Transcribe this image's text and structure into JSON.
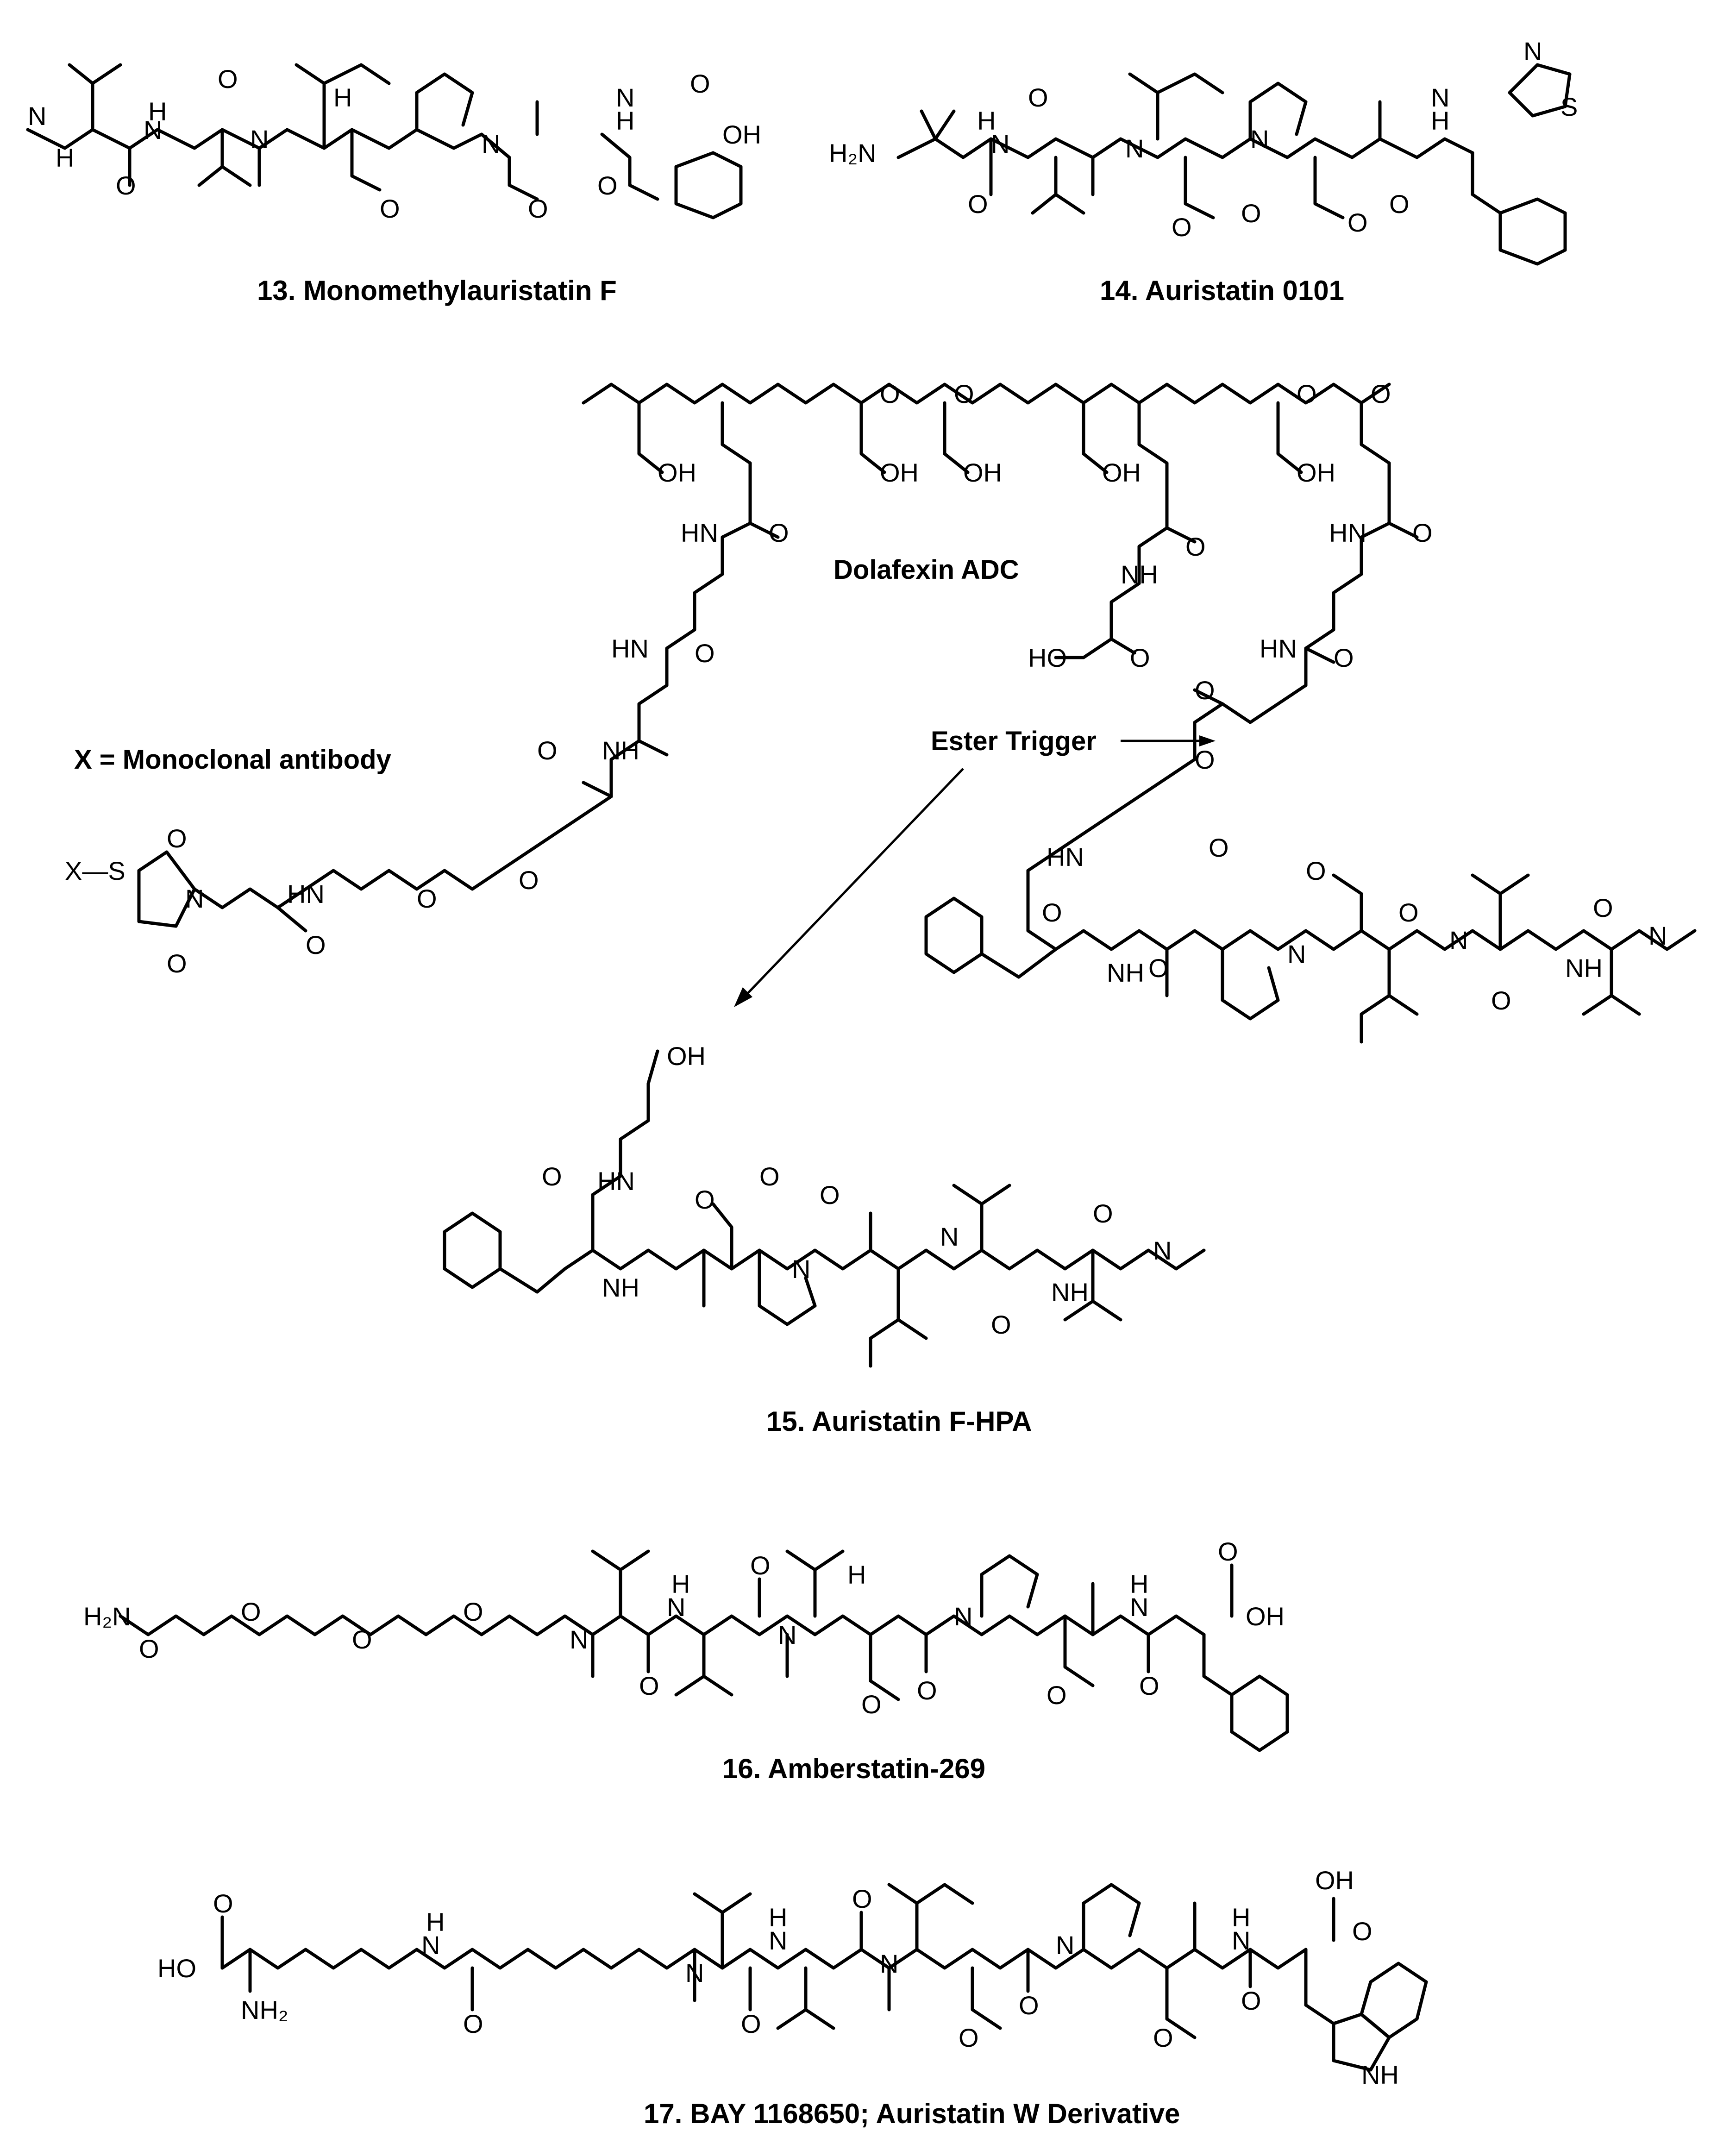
{
  "figure": {
    "labels": {
      "dolafexin": "Dolafexin ADC",
      "x_definition": "X = Monoclonal antibody",
      "ester_trigger": "Ester Trigger"
    },
    "compounds": [
      {
        "caption": "13. Monomethylauristatin F"
      },
      {
        "caption": "14. Auristatin 0101"
      },
      {
        "caption": "15. Auristatin F-HPA"
      },
      {
        "caption": "16. Amberstatin-269"
      },
      {
        "caption": "17. BAY 1168650; Auristatin W Derivative"
      }
    ],
    "atoms": {
      "N": "N",
      "NH": "NH",
      "HN": "HN",
      "H": "H",
      "O": "O",
      "S": "S",
      "OH": "OH",
      "HO": "HO",
      "H2N": "H₂N",
      "NH2": "NH₂",
      "X": "X",
      "XS": "X—S"
    }
  }
}
